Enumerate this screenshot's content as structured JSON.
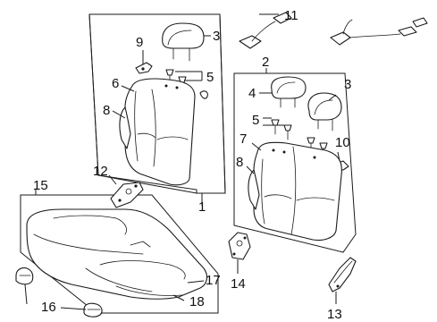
{
  "diagram": {
    "callouts": {
      "c1": "1",
      "c2": "2",
      "c3a": "3",
      "c3b": "3",
      "c4": "4",
      "c5a": "5",
      "c5b": "5",
      "c6": "6",
      "c7": "7",
      "c8a": "8",
      "c8b": "8",
      "c9": "9",
      "c10": "10",
      "c11": "11",
      "c12": "12",
      "c13": "13",
      "c14": "14",
      "c15": "15",
      "c16": "16",
      "c17": "17",
      "c18": "18"
    },
    "line_color": "#1a1a1a"
  }
}
